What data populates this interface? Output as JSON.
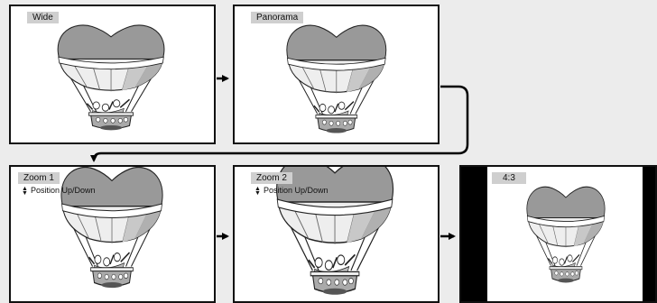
{
  "frames": [
    {
      "label": "Wide"
    },
    {
      "label": "Panorama"
    },
    {
      "label": "Zoom 1",
      "hint": "Position Up/Down"
    },
    {
      "label": "Zoom 2",
      "hint": "Position Up/Down"
    },
    {
      "label": "4:3"
    }
  ],
  "hint_icon": "up-down-triangle-icon",
  "colors": {
    "border": "#111111",
    "background": "#ececec",
    "label_bg": "#cfcfcf",
    "balloon_top": "#999999"
  }
}
